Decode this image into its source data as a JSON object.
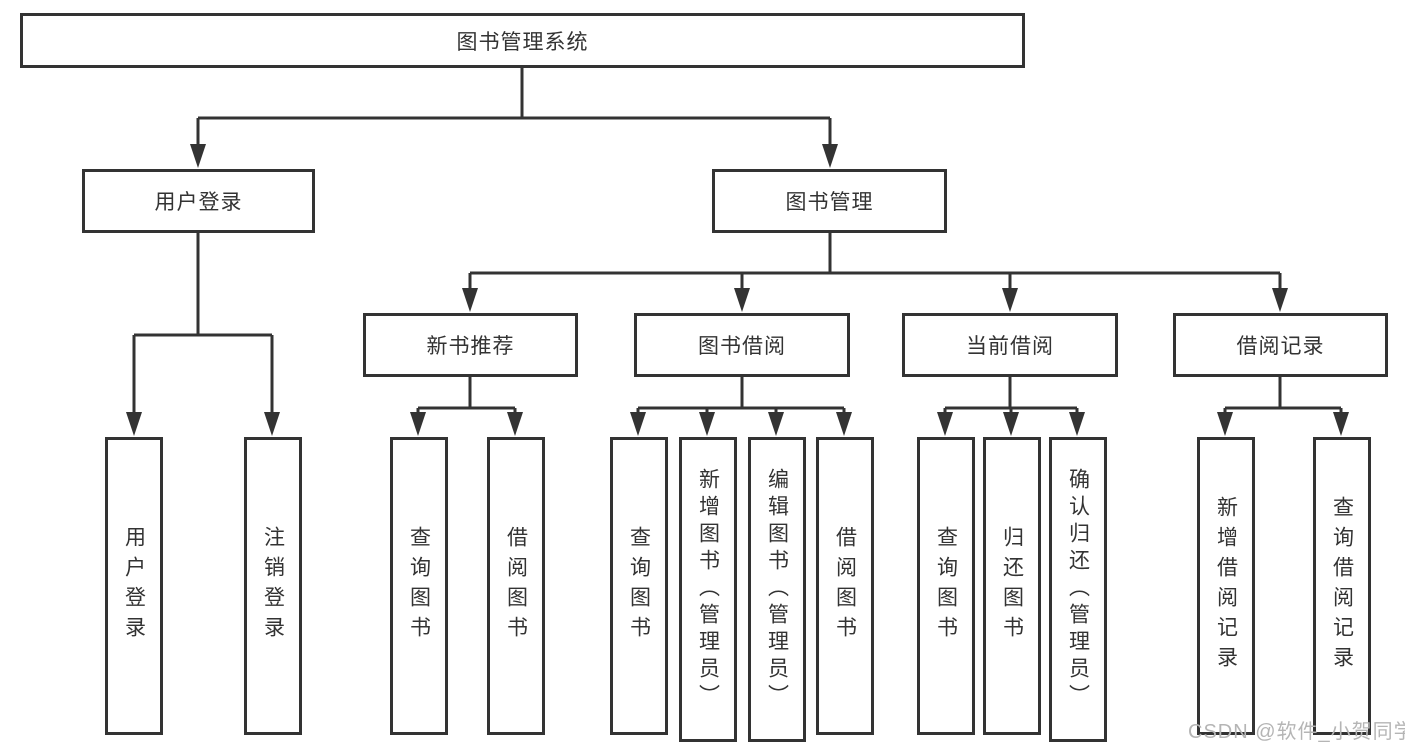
{
  "colors": {
    "line": "#333333",
    "text": "#333333",
    "box_background": "#ffffff",
    "watermark": "#b5b5b5",
    "background": "#ffffff"
  },
  "tree": {
    "root": {
      "label": "图书管理系统"
    },
    "level2": [
      {
        "label": "用户登录"
      },
      {
        "label": "图书管理"
      }
    ],
    "level3": [
      {
        "label": "新书推荐"
      },
      {
        "label": "图书借阅"
      },
      {
        "label": "当前借阅"
      },
      {
        "label": "借阅记录"
      }
    ],
    "leaves": {
      "user_login": [
        {
          "label": "用户登录"
        },
        {
          "label": "注销登录"
        }
      ],
      "new_book_recommend": [
        {
          "label": "查询图书"
        },
        {
          "label": "借阅图书"
        }
      ],
      "book_borrow": [
        {
          "label": "查询图书"
        },
        {
          "label": "新增图书（管理员）"
        },
        {
          "label": "编辑图书（管理员）"
        },
        {
          "label": "借阅图书"
        }
      ],
      "current_borrow": [
        {
          "label": "查询图书"
        },
        {
          "label": "归还图书"
        },
        {
          "label": "确认归还（管理员）"
        }
      ],
      "borrow_record": [
        {
          "label": "新增借阅记录"
        },
        {
          "label": "查询借阅记录"
        }
      ]
    }
  },
  "watermark": {
    "text": "CSDN @软件_小贺同学"
  }
}
